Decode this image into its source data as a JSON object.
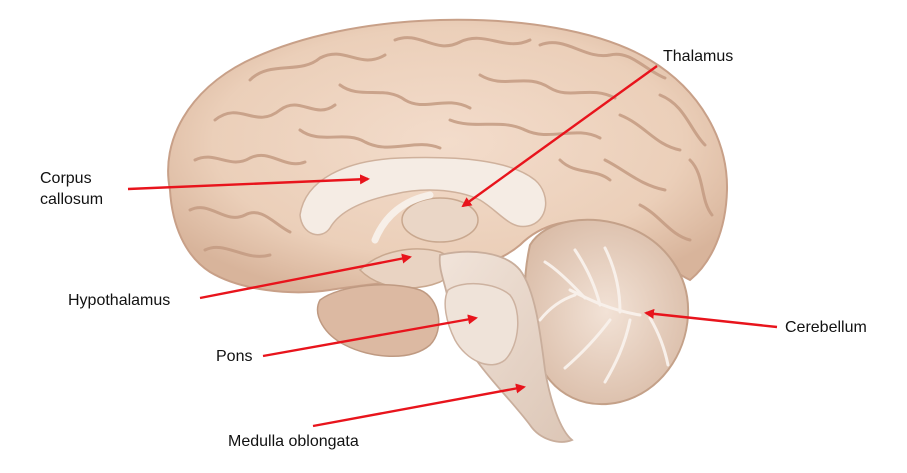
{
  "diagram": {
    "labels": {
      "thalamus": "Thalamus",
      "corpus_callosum": "Corpus\ncallosum",
      "hypothalamus": "Hypothalamus",
      "pons": "Pons",
      "medulla_oblongata": "Medulla oblongata",
      "cerebellum": "Cerebellum"
    },
    "colors": {
      "arrow": "#e8141c",
      "brain_tissue": "#efd6c2",
      "brain_shadow": "#c9a48b",
      "white_matter": "#f4ebe3",
      "brainstem": "#ecdcd0",
      "label_text": "#111111"
    }
  }
}
